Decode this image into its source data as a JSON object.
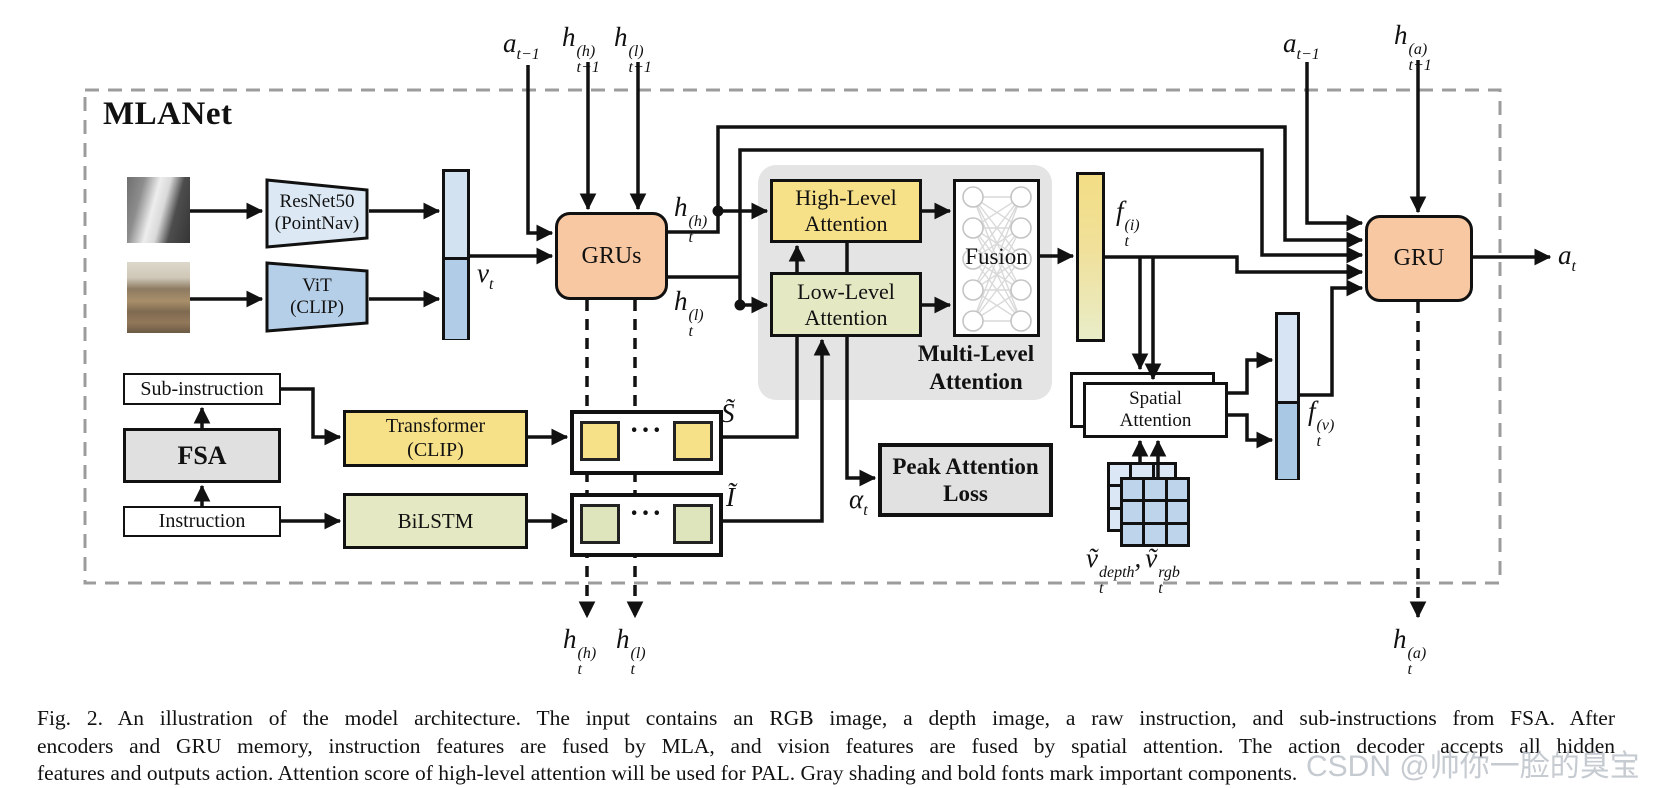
{
  "figure": {
    "title": "MLANet",
    "caption_lines": [
      "Fig. 2.   An illustration of the model architecture. The input contains an RGB image, a depth image, a raw instruction, and sub-instructions from FSA. After",
      "encoders and GRU memory, instruction features are fused by MLA, and vision features are fused by spatial attention. The action decoder accepts all hidden",
      "features and outputs action. Attention score of high-level attention will be used for PAL. Gray shading and bold fonts mark important components."
    ],
    "watermark": "CSDN @帅你一脸的臭宝"
  },
  "boxes": {
    "resnet": {
      "line1": "ResNet50",
      "line2": "(PointNav)"
    },
    "vit": {
      "line1": "ViT",
      "line2": "(CLIP)"
    },
    "grus": "GRUs",
    "gru": "GRU",
    "high_attention": {
      "line1": "High-Level",
      "line2": "Attention"
    },
    "low_attention": {
      "line1": "Low-Level",
      "line2": "Attention"
    },
    "fusion": "Fusion",
    "multi_level": {
      "line1": "Multi-Level",
      "line2": "Attention"
    },
    "spatial": {
      "line1": "Spatial",
      "line2": "Attention"
    },
    "pal": {
      "line1": "Peak Attention",
      "line2": "Loss"
    },
    "sub_instruction": "Sub-instruction",
    "fsa": "FSA",
    "instruction": "Instruction",
    "transformer": {
      "line1": "Transformer",
      "line2": "(CLIP)"
    },
    "bilstm": "BiLSTM",
    "token_ellipsis": "···"
  },
  "labels": {
    "a_prev": {
      "base": "a",
      "sub": "t−1"
    },
    "h_prev_h": {
      "base": "h",
      "sup": "(h)",
      "sub": "t−1"
    },
    "h_prev_l": {
      "base": "h",
      "sup": "(l)",
      "sub": "t−1"
    },
    "h_prev_a": {
      "base": "h",
      "sup": "(a)",
      "sub": "t−1"
    },
    "h_t_h": {
      "base": "h",
      "sup": "(h)",
      "sub": "t"
    },
    "h_t_l": {
      "base": "h",
      "sup": "(l)",
      "sub": "t"
    },
    "h_t_a": {
      "base": "h",
      "sup": "(a)",
      "sub": "t"
    },
    "v_t": {
      "base": "v",
      "sub": "t"
    },
    "f_i": {
      "base": "f",
      "sup": "(i)",
      "sub": "t"
    },
    "f_v": {
      "base": "f",
      "sup": "(v)",
      "sub": "t"
    },
    "s_tilde": "S̃",
    "i_tilde": "Ĩ",
    "alpha_t": {
      "base": "α",
      "sub": "t"
    },
    "a_t": {
      "base": "a",
      "sub": "t"
    },
    "v_depth": {
      "base": "ṽ",
      "sup": "depth",
      "sub": "t"
    },
    "comma": ",",
    "v_rgb": {
      "base": "ṽ",
      "sup": "rgb",
      "sub": "t"
    }
  },
  "colors": {
    "salmon": "#f7c8a2",
    "yellow": "#f6e088",
    "pale_green": "#e4e9c3",
    "light_blue": "#dce9f5",
    "mid_blue": "#b6cfe8",
    "gray_box": "#e1e1e1",
    "gray_region": "#e4e4e4",
    "line": "#111111",
    "dashed_border": "#9c9c9c"
  }
}
